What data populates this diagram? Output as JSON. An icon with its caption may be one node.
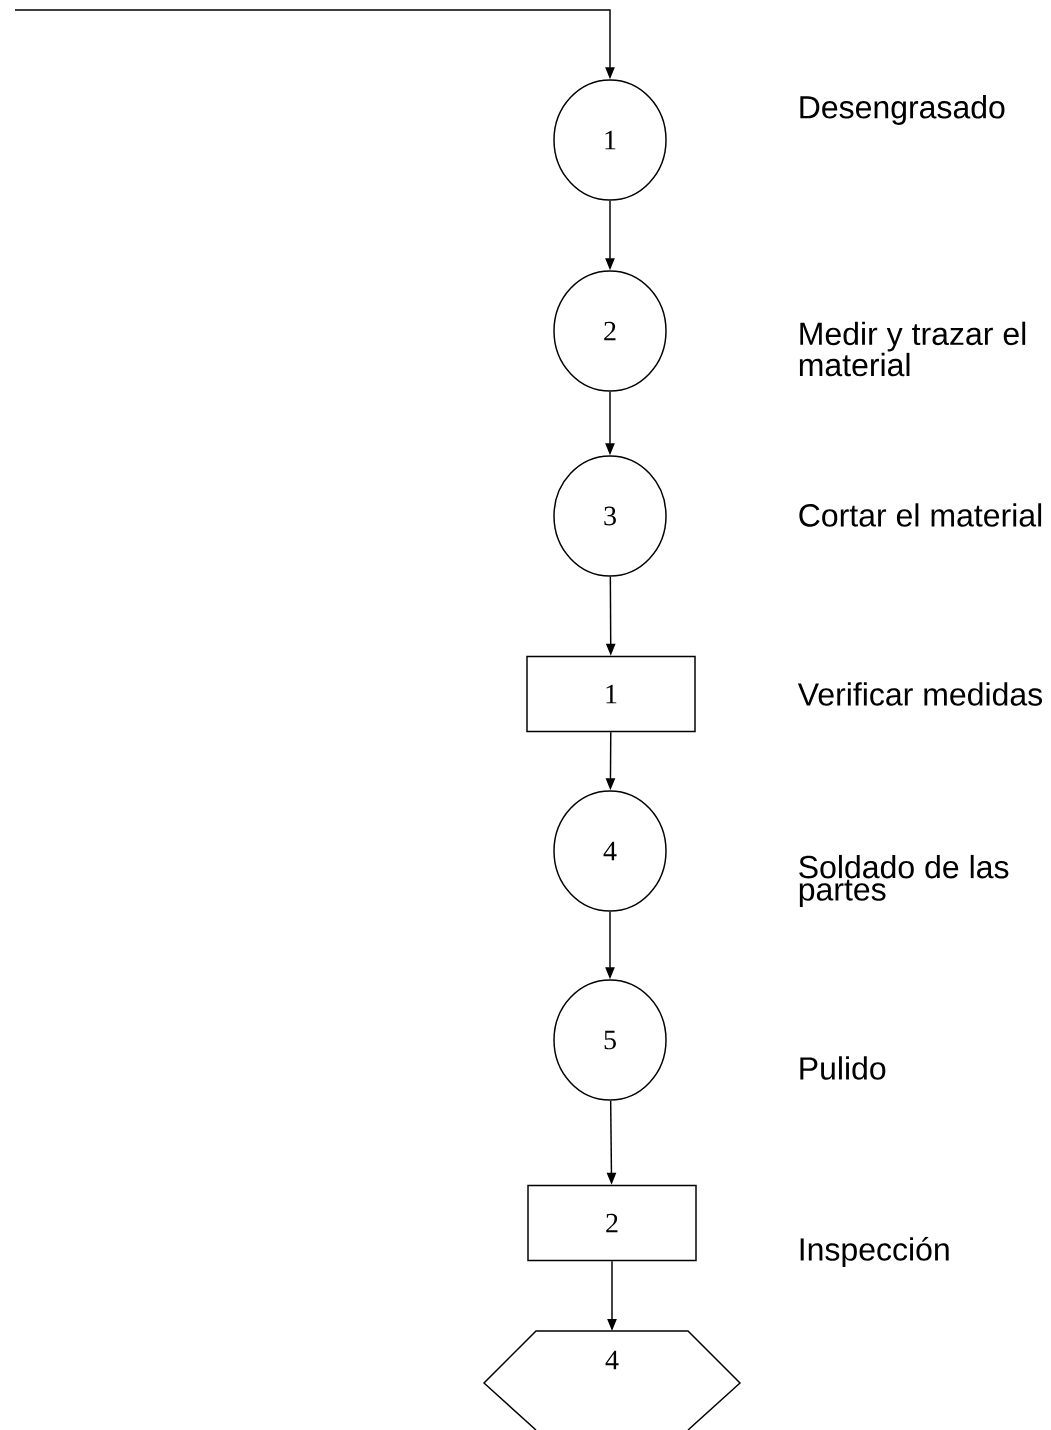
{
  "diagram": {
    "nodes": [
      {
        "text": [
          "1"
        ]
      },
      {
        "text": [
          "2"
        ]
      },
      {
        "text": [
          "3"
        ]
      },
      {
        "text": [
          "1"
        ]
      },
      {
        "text": [
          "4"
        ]
      },
      {
        "text": [
          "5"
        ]
      },
      {
        "text": [
          "2"
        ]
      },
      {
        "text": [
          "4"
        ]
      }
    ],
    "edges": [
      {
        "from": null,
        "to": 0,
        "arrow": "to"
      },
      {
        "from": 0,
        "to": 1,
        "arrow": "to"
      },
      {
        "from": 1,
        "to": 2,
        "arrow": "to"
      },
      {
        "from": 2,
        "to": 3,
        "arrow": "to"
      },
      {
        "from": 3,
        "to": 4,
        "arrow": "to"
      },
      {
        "from": 4,
        "to": 5,
        "arrow": "to"
      },
      {
        "from": 5,
        "to": 6,
        "arrow": "to"
      },
      {
        "from": 6,
        "to": 7,
        "arrow": "to"
      }
    ],
    "labels": [
      "Desengrasado",
      "Medir y trazar el material",
      "Cortar el material",
      "Verificar medidas",
      "Soldado de las partes",
      "Pulido",
      "Inspección"
    ]
  }
}
